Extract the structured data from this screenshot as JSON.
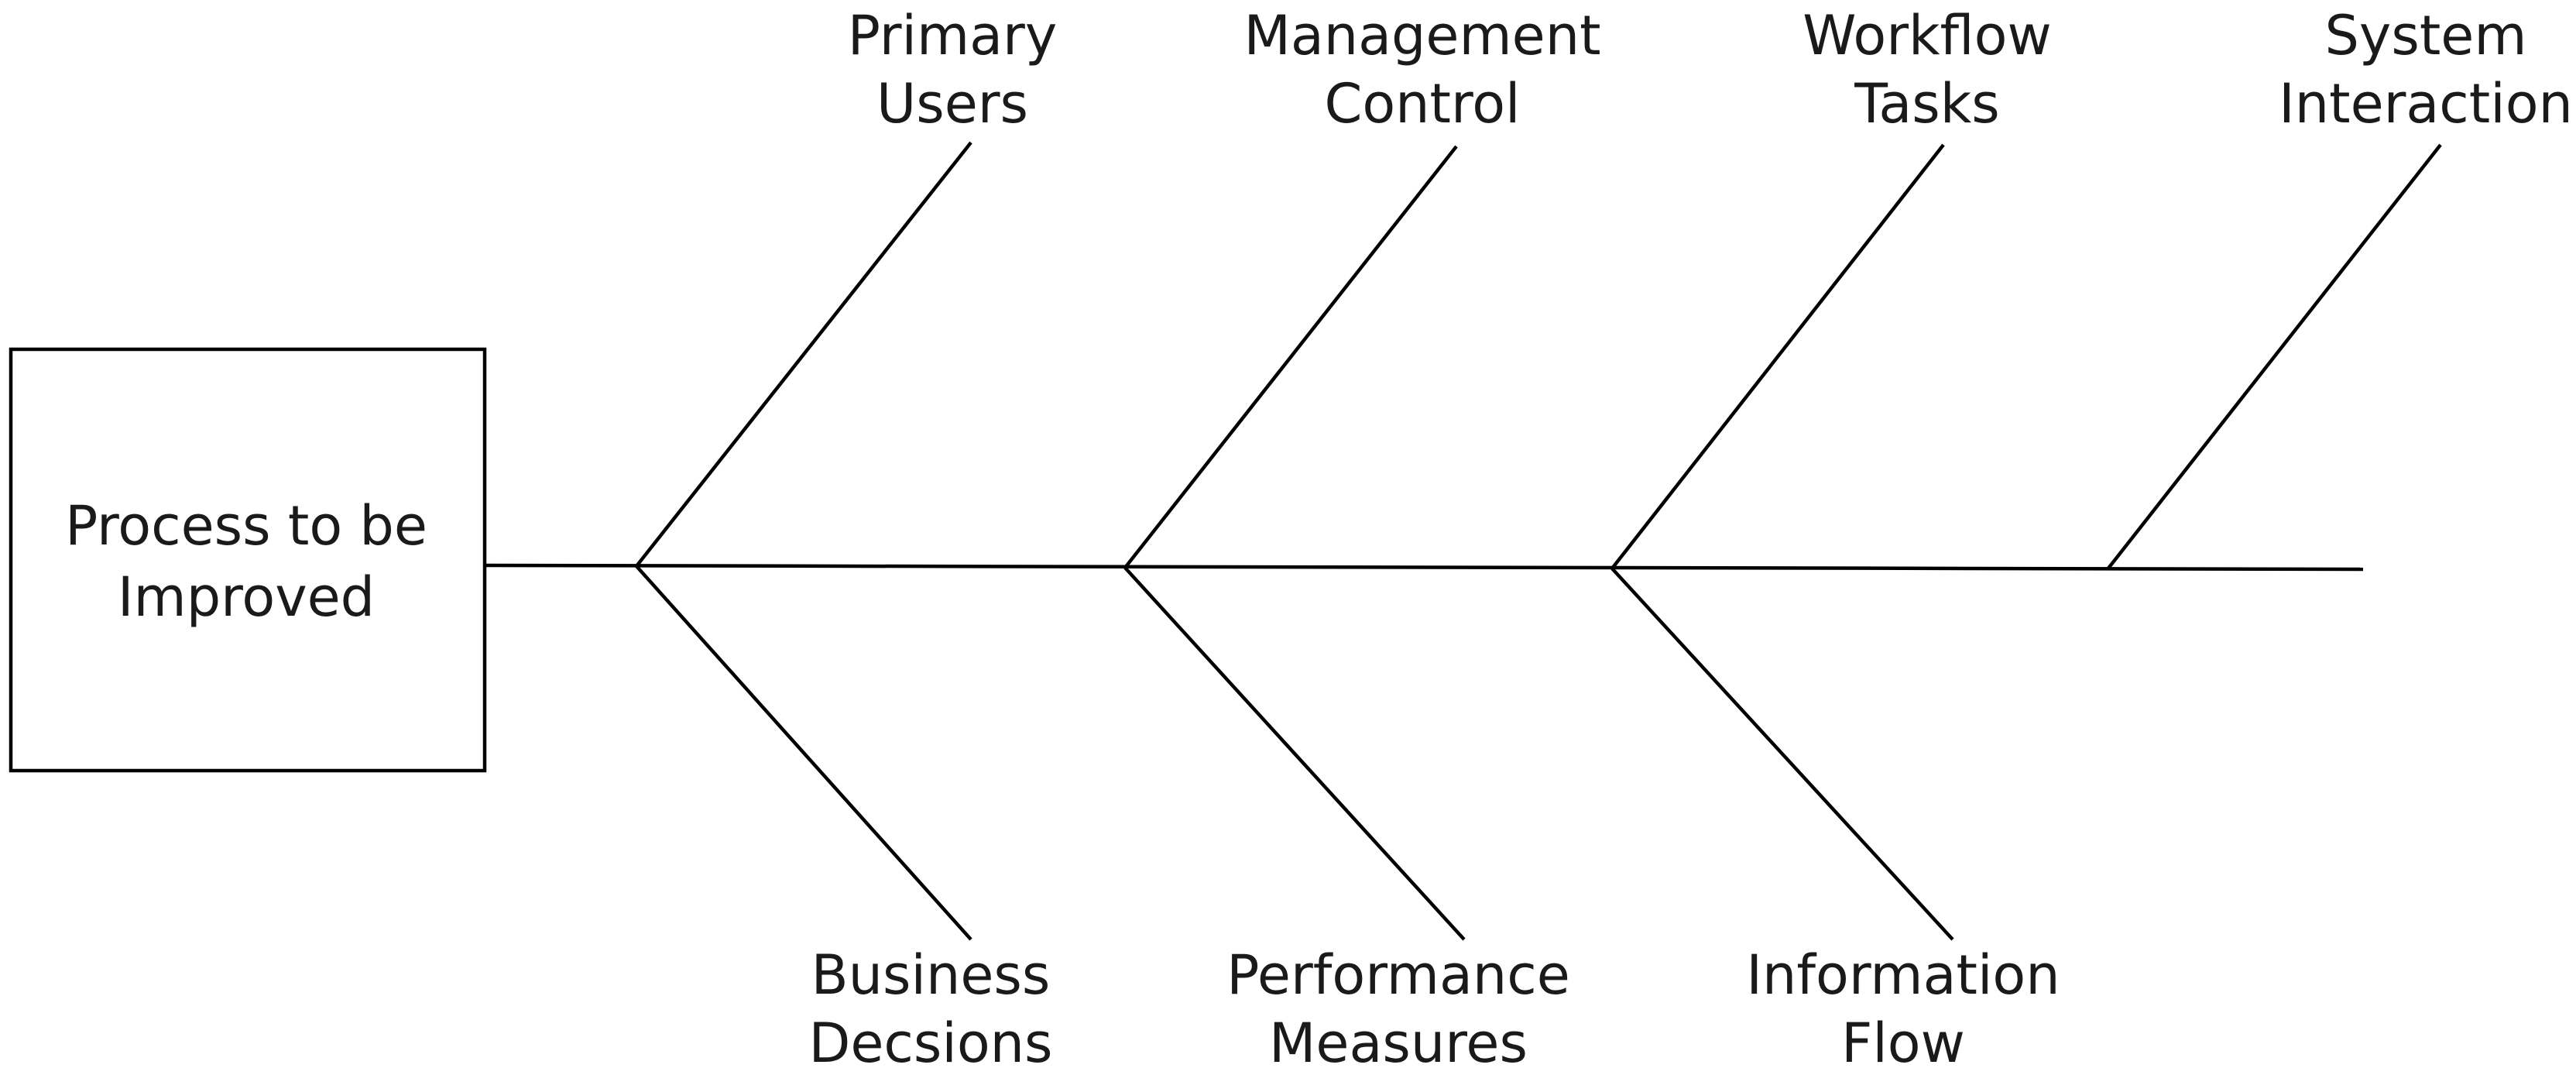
{
  "effect": {
    "text": [
      "Process to be",
      "Improved"
    ]
  },
  "causes_top": [
    {
      "lines": [
        "Primary",
        "Users"
      ]
    },
    {
      "lines": [
        "Management",
        "Control"
      ]
    },
    {
      "lines": [
        "Workflow",
        "Tasks"
      ]
    },
    {
      "lines": [
        "System",
        "Interaction"
      ]
    }
  ],
  "causes_bottom": [
    {
      "lines": [
        "Business",
        "Decsions"
      ]
    },
    {
      "lines": [
        "Performance",
        "Measures"
      ]
    },
    {
      "lines": [
        "Information",
        "Flow"
      ]
    }
  ],
  "colors": {
    "line": "#000000",
    "text": "#1a1a1a",
    "background": "#ffffff"
  }
}
